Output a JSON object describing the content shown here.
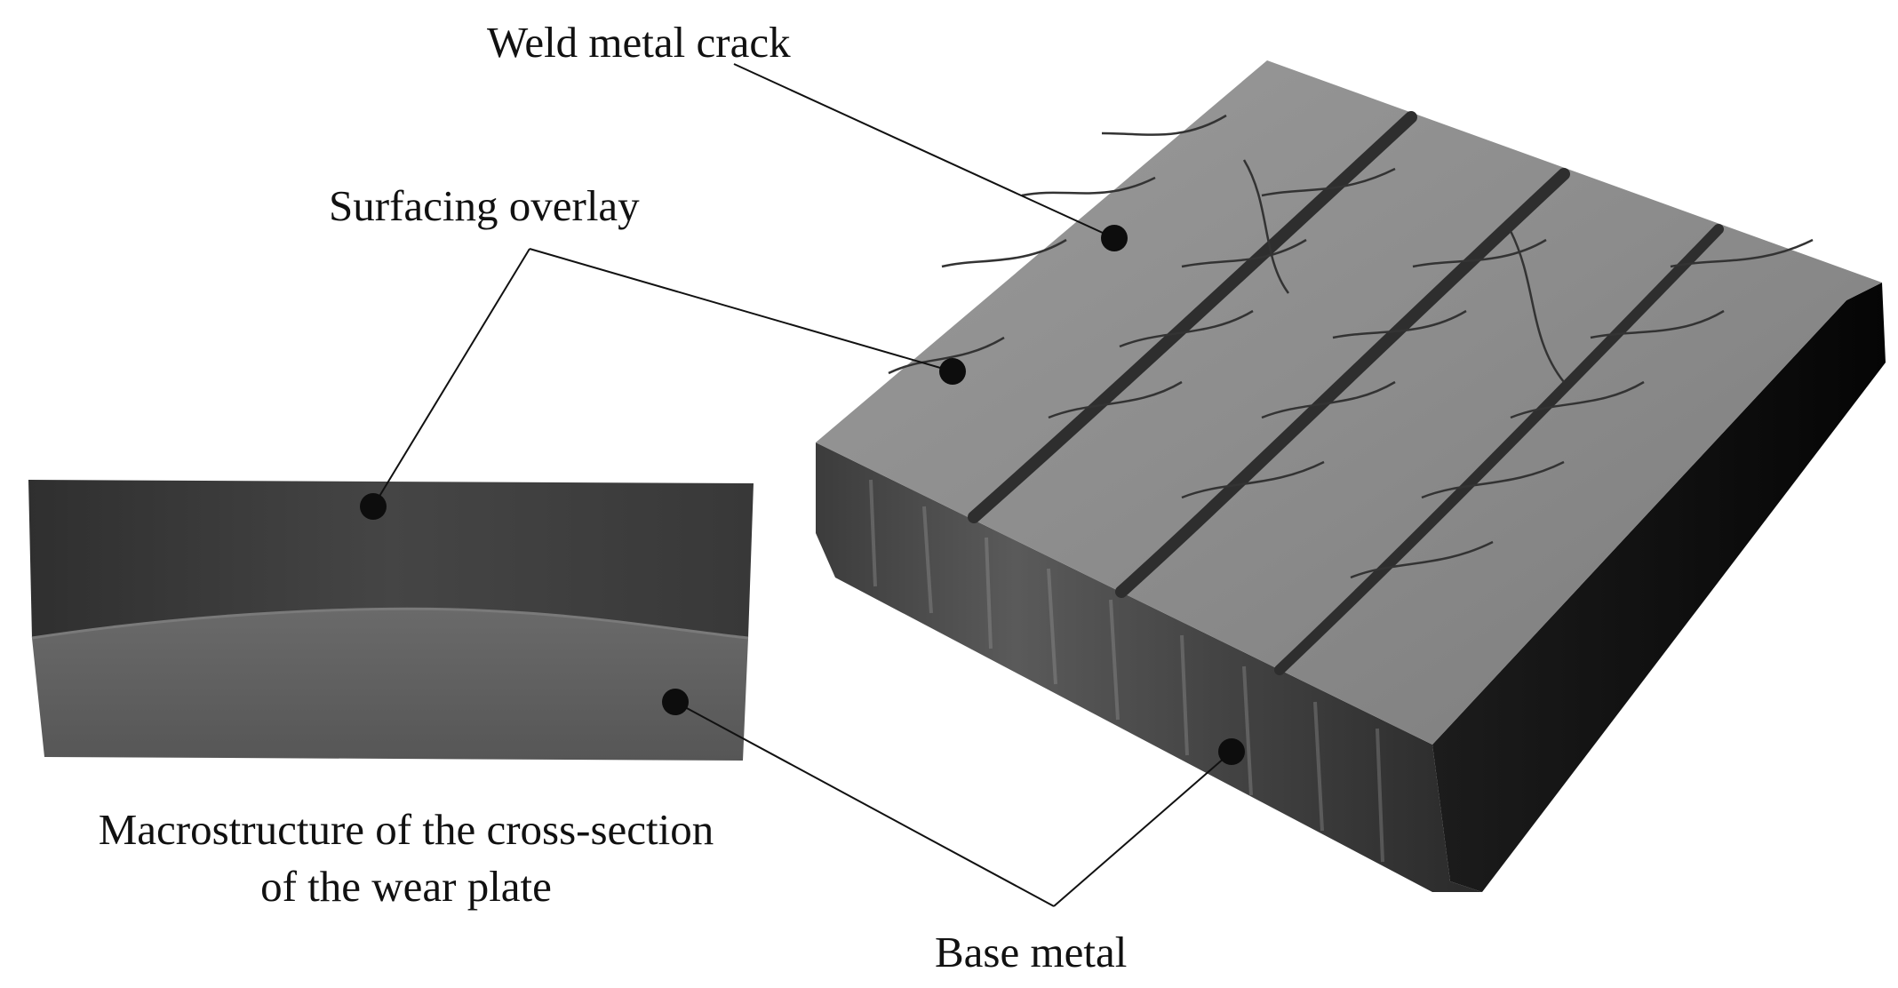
{
  "labels": {
    "weld_metal_crack": "Weld metal crack",
    "surfacing_overlay": "Surfacing overlay",
    "base_metal": "Base metal",
    "macro_line1": "Macrostructure of the cross-section",
    "macro_line2": "of the wear plate"
  },
  "colors": {
    "leader_line": "#111111",
    "marker_dot": "#0d0d0d",
    "overlay_surface": "#8a8a8a",
    "bead_seam": "#2e2e2e",
    "front_face": "#4a4a4a",
    "side_face": "#121212",
    "cross_section_overlay": "#3a3a3a",
    "cross_section_base": "#5e5e5e"
  }
}
